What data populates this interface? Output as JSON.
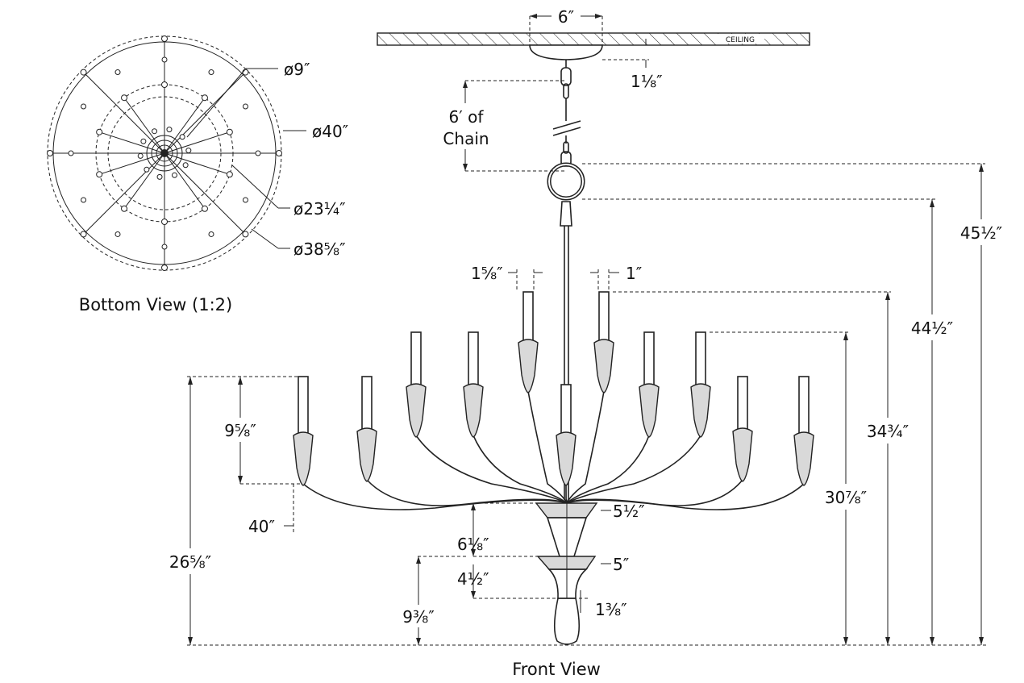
{
  "bottom_view": {
    "title": "Bottom View (1:2)",
    "dims": [
      "ø9″",
      "ø40″",
      "ø23¼″",
      "ø38⅝″"
    ]
  },
  "front_view": {
    "title": "Front View",
    "ceiling_label": "CEILING",
    "chain_label_1": "6′ of",
    "chain_label_2": "Chain",
    "dims": {
      "canopy_width": "6″",
      "canopy_height": "1⅛″",
      "socket_spacing": "1⅝″",
      "socket_width": "1″",
      "overall_height": "45½″",
      "height_to_loop": "44½″",
      "top_tier_height": "34¾″",
      "second_tier_height": "30⅞″",
      "lower_tier_height": "26⅝″",
      "candle_height": "9⅝″",
      "span": "40″",
      "upper_cup": "5½″",
      "cup_gap": "6⅛″",
      "lower_cup": "5″",
      "cup_to_finial": "4½″",
      "bottom_section": "9⅜″",
      "finial": "1⅜″"
    }
  }
}
